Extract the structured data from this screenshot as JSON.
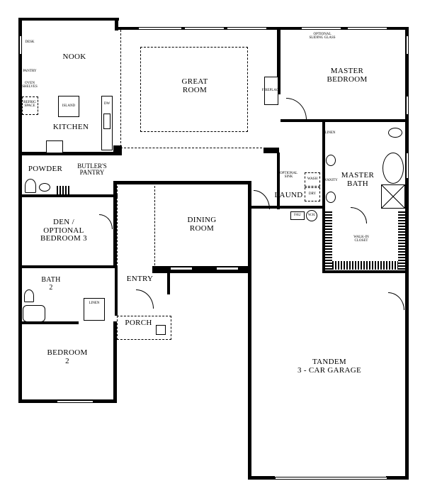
{
  "rooms": {
    "nook": "NOOK",
    "kitchen": "KITCHEN",
    "great_room": "GREAT\nROOM",
    "master_bedroom": "MASTER\nBEDROOM",
    "master_bath": "MASTER\nBATH",
    "powder": "POWDER",
    "butlers_pantry": "BUTLER'S\nPANTRY",
    "den": "DEN /\nOPTIONAL\nBEDROOM 3",
    "dining_room": "DINING\nROOM",
    "laundry": "LAUND",
    "bath2": "BATH\n2",
    "entry": "ENTRY",
    "porch": "PORCH",
    "bedroom2": "BEDROOM\n2",
    "garage": "TANDEM\n3 - CAR GARAGE"
  },
  "fixtures": {
    "desk": "DESK",
    "pantry": "PANTRY",
    "oven": "OVEN\nSHELVES",
    "refrigerator": "REFRIG\nSPACE",
    "island": "ISLAND",
    "dishwasher": "DW",
    "sliding_glass": "OPTIONAL\nSLIDING GLASS",
    "fireplace": "FIREPLACE",
    "linen_master": "LINEN",
    "optional_sink": "OPTIONAL\nSINK",
    "wash": "WASH",
    "dry": "DRY",
    "vanity": "VANITY",
    "fau": "FAU",
    "water_heater": "W.H.",
    "walk_in_closet": "WALK-IN\nCLOSET",
    "linen_hall": "LINEN"
  }
}
